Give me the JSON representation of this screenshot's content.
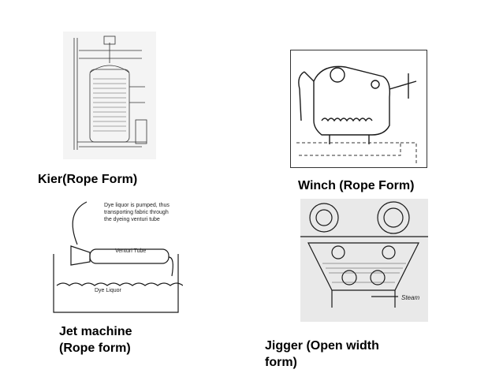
{
  "slide": {
    "captions": {
      "kier": "Kier(Rope Form)",
      "winch": "Winch (Rope Form)",
      "jet_line1": "Jet machine",
      "jet_line2": "(Rope form)",
      "jigger_line1": "Jigger (Open width",
      "jigger_line2": "form)"
    }
  },
  "diagrams": {
    "jet": {
      "note_line1": "Dye liquor is pumped, thus",
      "note_line2": "transporting fabric through",
      "note_line3": "the dyeing venturi tube",
      "tube_label": "Venturi Tube",
      "liquor_label": "Dye Liquor"
    },
    "jigger": {
      "steam_label": "Steam"
    }
  },
  "colors": {
    "ink": "#1a1a1a",
    "scan_bg": "#e9e9e9",
    "caption": "#000000"
  }
}
